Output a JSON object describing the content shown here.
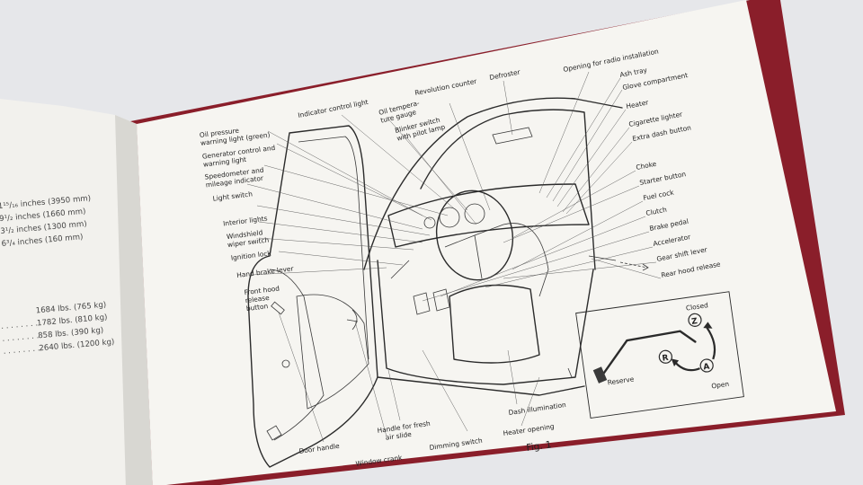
{
  "left_page": {
    "dimensions": [
      "1¹⁵/₁₆ inches (3950 mm)",
      "9¹/₂ inches (1660 mm)",
      "3¹/₂ inches (1300 mm)",
      "6³/₄ inches (160 mm)"
    ],
    "weights": [
      "1684 lbs. (765 kg)",
      "1782 lbs. (810 kg)",
      "858 lbs. (390 kg)",
      "2640 lbs. (1200 kg)"
    ]
  },
  "labels_left": {
    "oil_pressure": [
      "Oil pressure",
      "warning light (green)"
    ],
    "generator": [
      "Generator control and",
      "warning light"
    ],
    "speedometer": [
      "Speedometer and",
      "mileage indicator"
    ],
    "light_switch": "Light switch",
    "interior_lights": "Interior lights",
    "wiper": [
      "Windshield",
      "wiper switch"
    ],
    "ignition": "Ignition lock",
    "hand_brake": "Hand brake lever",
    "front_hood": [
      "Front hood",
      "release",
      "button"
    ]
  },
  "labels_top": {
    "indicator": "Indicator control light",
    "oil_temp": [
      "Oil tempera-",
      "ture gauge"
    ],
    "blinker": [
      "Blinker switch",
      "with pilot lamp"
    ],
    "revolution": "Revolution counter",
    "defroster": "Defroster"
  },
  "labels_right": {
    "radio": "Opening for radio installation",
    "ash_tray": "Ash tray",
    "glove": "Glove compartment",
    "heater": "Heater",
    "cigarette": "Cigarette lighter",
    "extra_dash": "Extra dash button",
    "choke": "Choke",
    "starter": "Starter button",
    "fuel": "Fuel cock",
    "clutch": "Clutch",
    "brake": "Brake pedal",
    "accelerator": "Accelerator",
    "gear": "Gear shift lever",
    "rear_hood": "Rear hood release"
  },
  "labels_bottom": {
    "door_handle": "Door handle",
    "window_crank": "Window crank",
    "fresh_air": [
      "Handle for fresh",
      "air slide"
    ],
    "dimming": "Dimming switch",
    "dash_illumination": "Dash illumination",
    "heater_opening": "Heater opening",
    "figure": "Fig. 1"
  },
  "inset": {
    "closed": "Closed",
    "reserve": "Reserve",
    "open": "Open",
    "letters": [
      "Z",
      "R",
      "A"
    ]
  },
  "colors": {
    "background": "#e6e7ea",
    "page": "#f6f5f1",
    "cover": "#8a1e2a",
    "ink": "#222222"
  }
}
